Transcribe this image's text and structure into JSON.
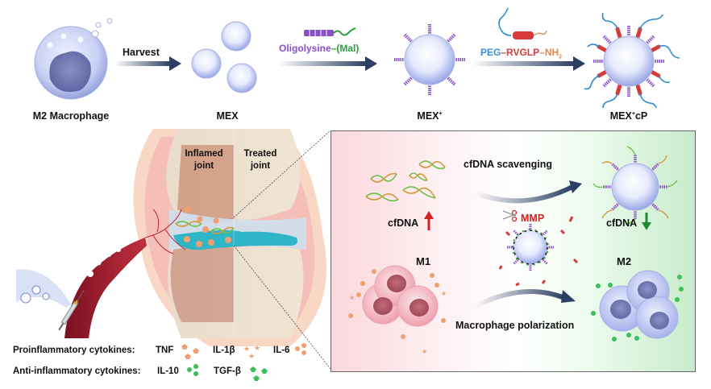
{
  "top_flow": {
    "stages": [
      {
        "label": "M2 Macrophage"
      },
      {
        "label": "MEX"
      },
      {
        "label": "MEX",
        "superscript": "+"
      },
      {
        "label": "MEX",
        "superscript": "+",
        "suffix": "cP"
      }
    ],
    "arrows": [
      {
        "label": "Harvest"
      },
      {
        "reagent_parts": [
          {
            "text": "Oligolysine",
            "color": "#8a4fc4"
          },
          {
            "text": "–(Mal)",
            "color": "#2e9e3a"
          }
        ]
      },
      {
        "reagent_parts": [
          {
            "text": "PEG",
            "color": "#3a8fd6"
          },
          {
            "text": "–RVGLP",
            "color": "#d63a3a"
          },
          {
            "text": "–NH",
            "color": "#e08a4a"
          },
          {
            "text": "2",
            "color": "#e08a4a",
            "subscript": true
          }
        ]
      }
    ]
  },
  "joint": {
    "left_label_line1": "Inflamed",
    "left_label_line2": "joint",
    "right_label_line1": "Treated",
    "right_label_line2": "joint"
  },
  "legend": {
    "pro_title": "Proinflammatory cytokines:",
    "pro_items": [
      {
        "label": "TNF",
        "shape": "pentagon",
        "color": "#f0a070"
      },
      {
        "label": "IL-1β",
        "shape": "star",
        "color": "#f0a070"
      },
      {
        "label": "IL-6",
        "shape": "circle",
        "color": "#f0a070"
      }
    ],
    "anti_title": "Anti-inflammatory cytokines:",
    "anti_items": [
      {
        "label": "IL-10",
        "shape": "circle",
        "color": "#3cbf5a"
      },
      {
        "label": "TGF-β",
        "shape": "pentagon",
        "color": "#3cbf5a"
      }
    ]
  },
  "panel": {
    "scavenging_label": "cfDNA scavenging",
    "cfdna_left": "cfDNA",
    "cfdna_right": "cfDNA",
    "cfdna_up_color": "#d62020",
    "cfdna_down_color": "#1e8a2e",
    "mmp_label": "MMP",
    "mmp_color": "#d62020",
    "m1_label": "M1",
    "m2_label": "M2",
    "polarization_label": "Macrophage polarization"
  },
  "colors": {
    "arrow": "#2c3e63",
    "oligolysine": "#8a4fc4",
    "peptide": "#d63a3a",
    "peg": "#2a8fd0",
    "vesicle": "#c9d2f5"
  }
}
